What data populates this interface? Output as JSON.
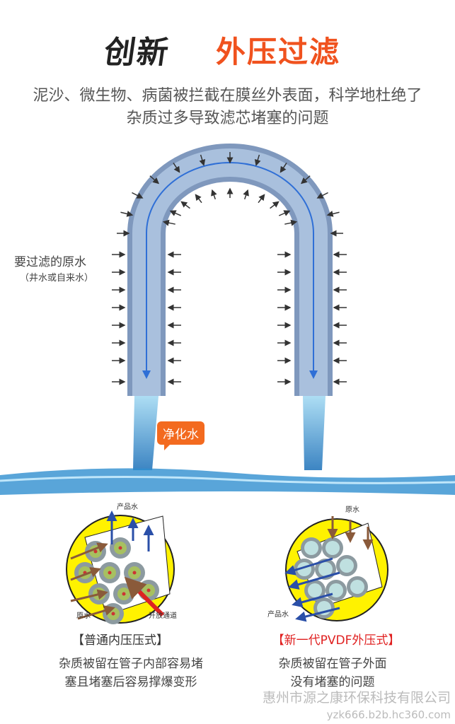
{
  "header": {
    "brush_title": "创新",
    "main_title": "外压过滤",
    "subtitle": "泥沙、微生物、病菌被拦截在膜丝外表面，科学地杜绝了杂质过多导致滤芯堵塞的问题"
  },
  "diagram": {
    "raw_water_label": "要过滤的原水",
    "raw_water_sub": "（井水或自来水）",
    "purified_label": "净化水"
  },
  "left_panel": {
    "product_water": "产品水",
    "raw_water": "原水",
    "open_channel": "开放通道",
    "caption": "【普通内压压式】",
    "desc_line1": "杂质被留在管子内部容易堵",
    "desc_line2": "塞且堵塞后容易撑爆变形"
  },
  "right_panel": {
    "raw_water": "原水",
    "product_water": "产品水",
    "caption": "【新一代PVDF外压式】",
    "desc_line1": "杂质被留在管子外面",
    "desc_line2": "没有堵塞的问题"
  },
  "footer": {
    "company": "惠州市源之康环保科技有限公司",
    "url": "yzk666.b2b.hc360.com"
  },
  "colors": {
    "accent": "#f0521e",
    "caption_red": "#e02020",
    "pipe": "#8fa9cc",
    "flow": "#2f6fd6"
  }
}
